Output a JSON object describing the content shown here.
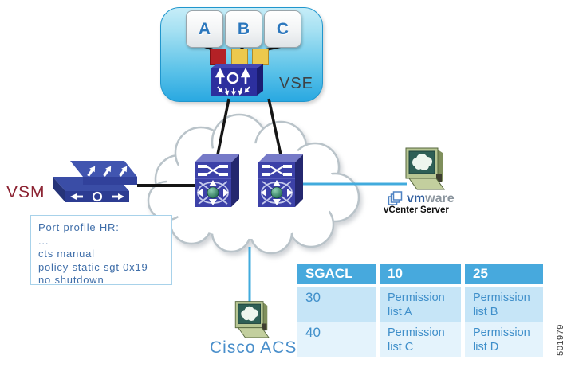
{
  "vse": {
    "label": "VSE",
    "vm_labels": [
      "A",
      "B",
      "C"
    ]
  },
  "vsm": {
    "label": "VSM"
  },
  "port_profile": {
    "lines": [
      "Port profile HR:",
      "...",
      "cts manual",
      "policy static sgt 0x19",
      "no shutdown"
    ]
  },
  "vcenter": {
    "brand_vm": "vm",
    "brand_ware": "ware",
    "label": "vCenter Server"
  },
  "acs": {
    "label": "Cisco ACS"
  },
  "sgacl_table": {
    "header": [
      "SGACL",
      "10",
      "25"
    ],
    "rows": [
      {
        "sgt": "30",
        "cells": [
          "Permission list A",
          "Permission list B"
        ]
      },
      {
        "sgt": "40",
        "cells": [
          "Permission list C",
          "Permission list D"
        ]
      }
    ]
  },
  "figure_number": "501979",
  "icons": {
    "vse_switch": "dvs-switch-icon",
    "fabric_switch": "nexus-switch-icon",
    "workstation": "workstation-icon",
    "cloud": "network-cloud",
    "vmware_logo": "vmware-boxes-icon"
  },
  "colors": {
    "vse_fill_top": "#c6edf8",
    "vse_fill_bottom": "#29a8e1",
    "cyan_link": "#41abdd",
    "black_link": "#151515",
    "table_header_bg": "#47a9dd",
    "table_row1_bg": "#c6e5f7",
    "table_row2_bg": "#e4f3fc",
    "table_text": "#3f8fca",
    "vsm_label_color": "#8c2332",
    "acs_label_color": "#4a8fcb"
  }
}
